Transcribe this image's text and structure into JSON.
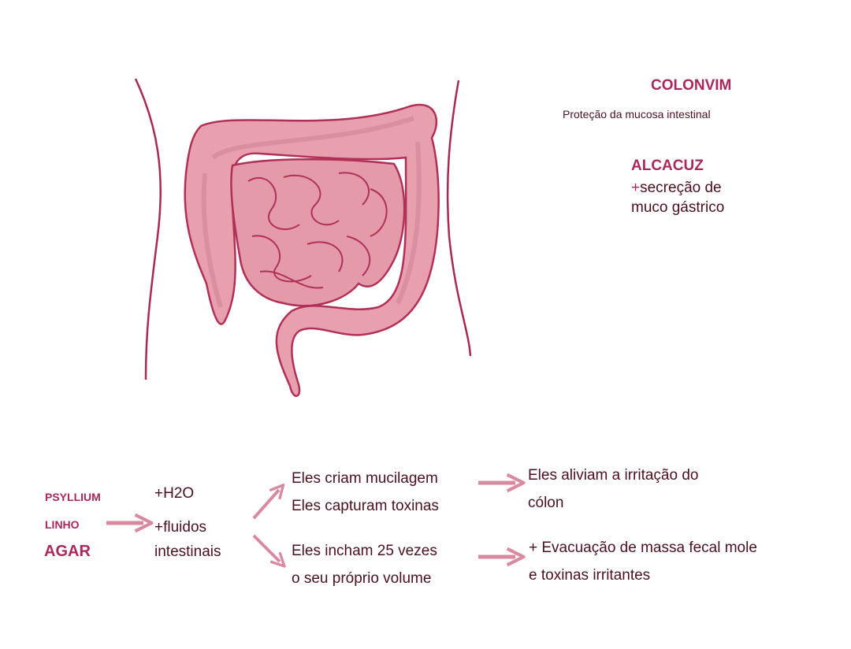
{
  "product": {
    "name": "COLONVIM",
    "tagline": "Proteção da mucosa intestinal"
  },
  "alcacuz": {
    "name": "ALCACUZ",
    "plus": "+",
    "line1": "secreção de",
    "line2": "muco gástrico"
  },
  "ingredients": [
    "PSYLLIUM",
    "LINHO",
    "AGAR"
  ],
  "step1": {
    "line1": "+H2O",
    "line2": "+fluidos",
    "line3": "intestinais"
  },
  "branch_top": {
    "line1": "Eles criam mucilagem",
    "line2": "Eles capturam toxinas"
  },
  "branch_bottom": {
    "line1": "Eles incham 25 vezes",
    "line2": "o seu próprio volume"
  },
  "result_top": {
    "line1": "Eles aliviam a irritação do",
    "line2": "cólon"
  },
  "result_bottom": {
    "line1": "+ Evacuação de massa fecal mole",
    "line2": "e toxinas irritantes"
  },
  "colors": {
    "brand": "#a8285e",
    "text": "#4a1020",
    "organ_fill": "#e8a0ae",
    "organ_stroke": "#b03058",
    "arrow": "#d88aa0"
  }
}
